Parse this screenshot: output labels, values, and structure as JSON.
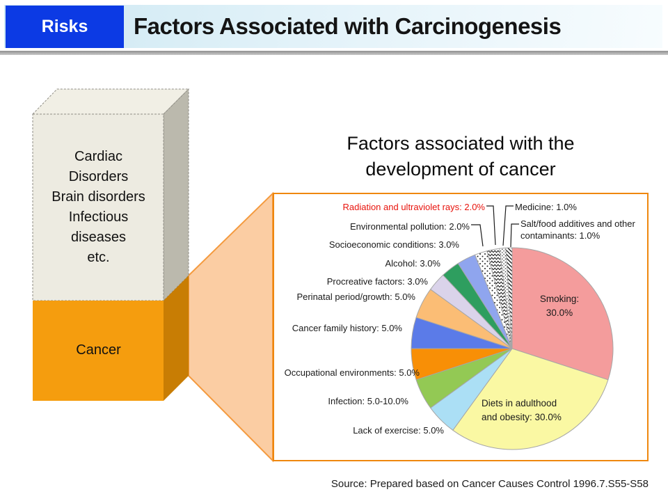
{
  "header": {
    "tag": "Risks",
    "title": "Factors Associated with Carcinogenesis"
  },
  "bar": {
    "top_lines": [
      "Cardiac",
      "Disorders",
      "Brain disorders",
      "Infectious",
      "diseases",
      "etc."
    ],
    "bottom_label": "Cancer"
  },
  "chart": {
    "title_lines": [
      "Factors associated with the",
      "development of cancer"
    ],
    "labels": {
      "radiation": "Radiation and ultraviolet rays: 2.0%",
      "medicine": "Medicine: 1.0%",
      "environmental": "Environmental pollution: 2.0%",
      "salt_line1": "Salt/food additives and other",
      "salt_line2": "contaminants: 1.0%",
      "socioeconomic": "Socioeconomic conditions: 3.0%",
      "alcohol": "Alcohol: 3.0%",
      "procreative": "Procreative factors: 3.0%",
      "perinatal": "Perinatal period/growth: 5.0%",
      "family": "Cancer family history: 5.0%",
      "occupational": "Occupational environments: 5.0%",
      "infection": "Infection: 5.0-10.0%",
      "exercise": "Lack of exercise: 5.0%",
      "smoking_line1": "Smoking:",
      "smoking_line2": "30.0%",
      "diets_line1": "Diets in adulthood",
      "diets_line2": "and obesity: 30.0%"
    }
  },
  "chart_data": {
    "type": "pie",
    "title": "Factors associated with the development of cancer",
    "start_angle_deg": 0,
    "direction": "clockwise",
    "legend_position": "none",
    "slices": [
      {
        "label": "Smoking",
        "display": "30.0%",
        "value": 30,
        "fill": "#f49c9c"
      },
      {
        "label": "Diets in adulthood and obesity",
        "display": "30.0%",
        "value": 30,
        "fill": "#faf8a3"
      },
      {
        "label": "Lack of exercise",
        "display": "5.0%",
        "value": 5,
        "fill": "#abdff5"
      },
      {
        "label": "Infection",
        "display": "5.0-10.0%",
        "value": 5,
        "fill": "#93c954"
      },
      {
        "label": "Occupational environments",
        "display": "5.0%",
        "value": 5,
        "fill": "#f88f06"
      },
      {
        "label": "Cancer family history",
        "display": "5.0%",
        "value": 5,
        "fill": "#5b7be8"
      },
      {
        "label": "Perinatal period/growth",
        "display": "5.0%",
        "value": 5,
        "fill": "#fbbd75"
      },
      {
        "label": "Procreative factors",
        "display": "3.0%",
        "value": 3,
        "fill": "#dad3ea"
      },
      {
        "label": "Alcohol",
        "display": "3.0%",
        "value": 3,
        "fill": "#2e9e5f"
      },
      {
        "label": "Socioeconomic conditions",
        "display": "3.0%",
        "value": 3,
        "fill": "#8fa5ee"
      },
      {
        "label": "Environmental pollution",
        "display": "2.0%",
        "value": 2,
        "fill": "#ffffff",
        "pattern": "dots-coarse"
      },
      {
        "label": "Radiation and ultraviolet rays",
        "display": "2.0%",
        "value": 2,
        "fill": "#ffffff",
        "pattern": "zigzag"
      },
      {
        "label": "Medicine",
        "display": "1.0%",
        "value": 1,
        "fill": "#ffffff",
        "pattern": "dots-fine"
      },
      {
        "label": "Salt/food additives and other contaminants",
        "display": "1.0%",
        "value": 1,
        "fill": "#ffffff",
        "pattern": "diag-stripes"
      }
    ]
  },
  "source": "Source: Prepared based on Cancer Causes Control 1996.7.S55-S58",
  "colors": {
    "risks_bg": "#0c3ae4",
    "accent_red": "#e8130c",
    "box_border": "#ef870e",
    "funnel_fill": "#fbcda3",
    "funnel_stroke": "#f49a3e",
    "bar_cream_front": "#edebe1",
    "bar_cream_top": "#f1efe5",
    "bar_cream_side": "#bbb9ad",
    "bar_orange_front": "#f59d0e",
    "bar_orange_side": "#c87d04",
    "slice_stroke": "#a6a6a6"
  }
}
